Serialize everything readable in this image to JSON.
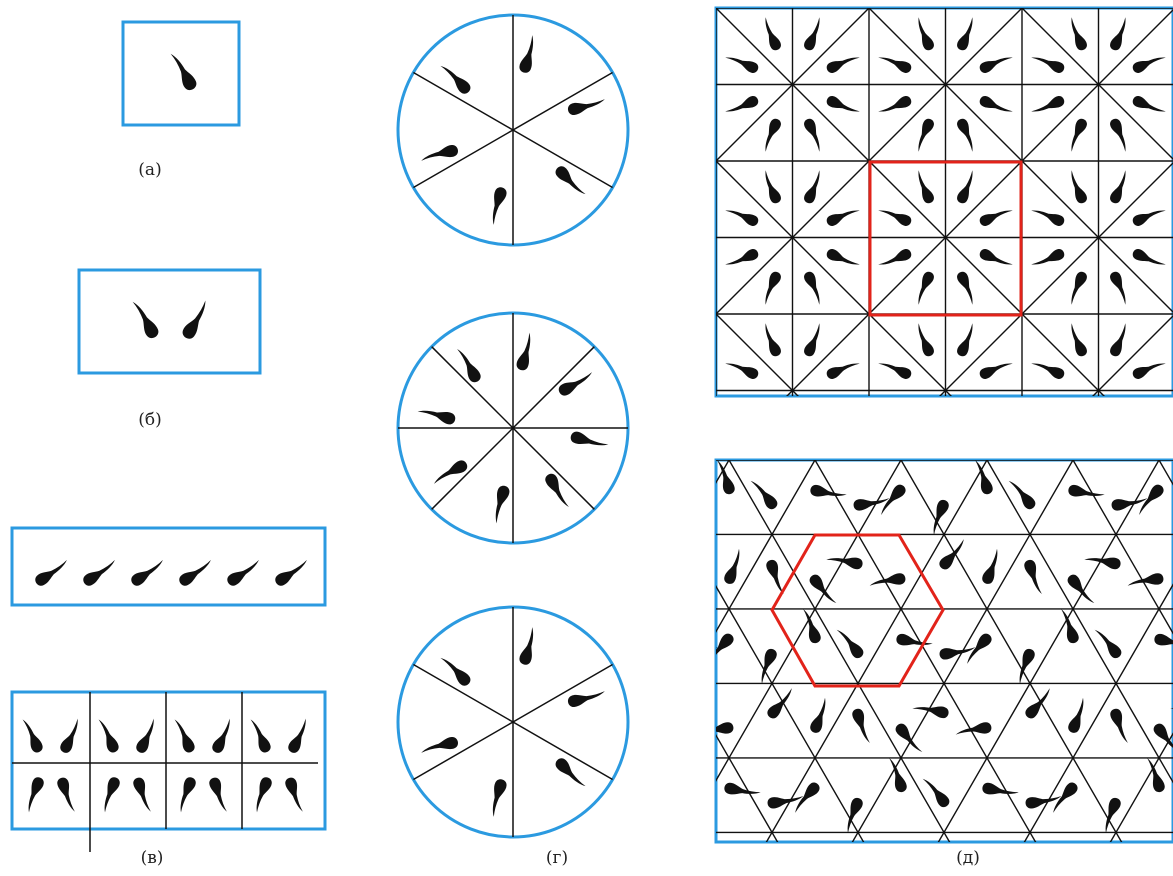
{
  "colors": {
    "frame": "#2b9ae0",
    "lattice": "#111111",
    "motif": "#111111",
    "highlight": "#e2231a",
    "background": "#ffffff"
  },
  "captions": {
    "a": "(а)",
    "b": "(б)",
    "v": "(в)",
    "g": "(г)",
    "d": "(д)"
  },
  "motif_icon": "tadpole-comma-shape",
  "panels": {
    "a": {
      "motif_count": 1
    },
    "b": {
      "motif_count": 2,
      "symmetry": "mirror"
    },
    "v": {
      "row_motif_count": 6,
      "grid_cols": 4,
      "grid_rows": 2
    },
    "g": {
      "rosettes": [
        6,
        8,
        6
      ]
    },
    "d": {
      "square_lattice": "square",
      "hex_lattice": "triangular"
    }
  }
}
